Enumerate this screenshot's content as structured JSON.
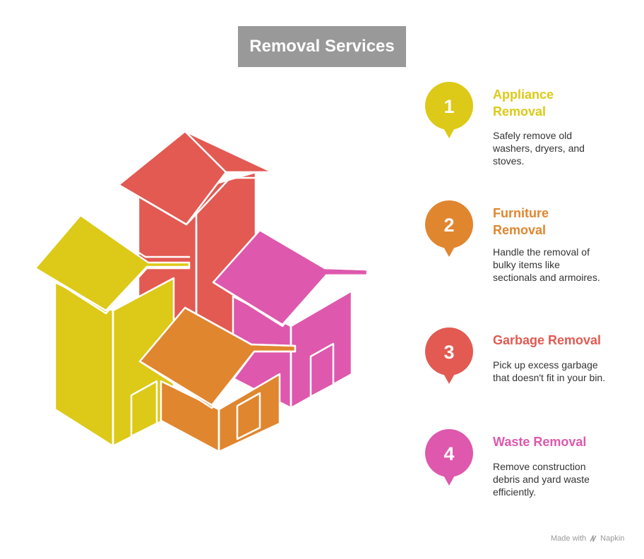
{
  "title": "Removal Services",
  "colors": {
    "title_bg": "#999999",
    "yellow": "#DDC917",
    "red": "#E25A52",
    "pink": "#DE58AD",
    "orange": "#E0862F"
  },
  "items": [
    {
      "number": "1",
      "title": "Appliance Removal",
      "description": "Safely remove old washers, dryers, and stoves.",
      "color": "#DDC917"
    },
    {
      "number": "2",
      "title": "Furniture Removal",
      "description": "Handle the removal of bulky items like sectionals and armoires.",
      "color": "#E0862F"
    },
    {
      "number": "3",
      "title": "Garbage Removal",
      "description": "Pick up excess garbage that doesn't fit in your bin.",
      "color": "#E25A52"
    },
    {
      "number": "4",
      "title": "Waste Removal",
      "description": "Remove construction debris and yard waste efficiently.",
      "color": "#DE58AD"
    }
  ],
  "footer": {
    "made_with": "Made with",
    "brand": "Napkin",
    "icon": "napkin-logo-icon"
  }
}
